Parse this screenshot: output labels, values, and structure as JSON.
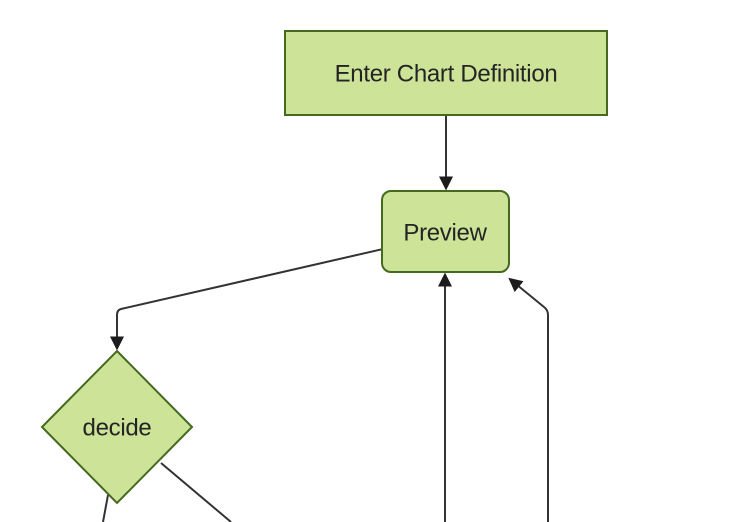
{
  "diagram": {
    "type": "flowchart",
    "direction": "top-down",
    "nodes": [
      {
        "id": "enter-chart-definition",
        "label": "Enter Chart Definition",
        "shape": "rectangle"
      },
      {
        "id": "preview",
        "label": "Preview",
        "shape": "rounded-rectangle"
      },
      {
        "id": "decide",
        "label": "decide",
        "shape": "diamond"
      }
    ],
    "edges": [
      {
        "from": "enter-chart-definition",
        "to": "preview",
        "arrow": true
      },
      {
        "from": "preview",
        "to": "decide",
        "arrow": true
      },
      {
        "from": "offscreen-bottom",
        "to": "preview",
        "arrow": true
      },
      {
        "from": "offscreen-bottom-right",
        "to": "preview",
        "arrow": true
      },
      {
        "from": "decide",
        "to": "offscreen-bottom-left",
        "arrow": false
      },
      {
        "from": "decide",
        "to": "offscreen-bottom-right",
        "arrow": false
      }
    ],
    "colors": {
      "node_fill": "#cde498",
      "node_border": "#45691e",
      "edge_line": "#333333",
      "arrowhead": "#1c1c1c",
      "text": "#242424",
      "background": "#ffffff"
    }
  }
}
